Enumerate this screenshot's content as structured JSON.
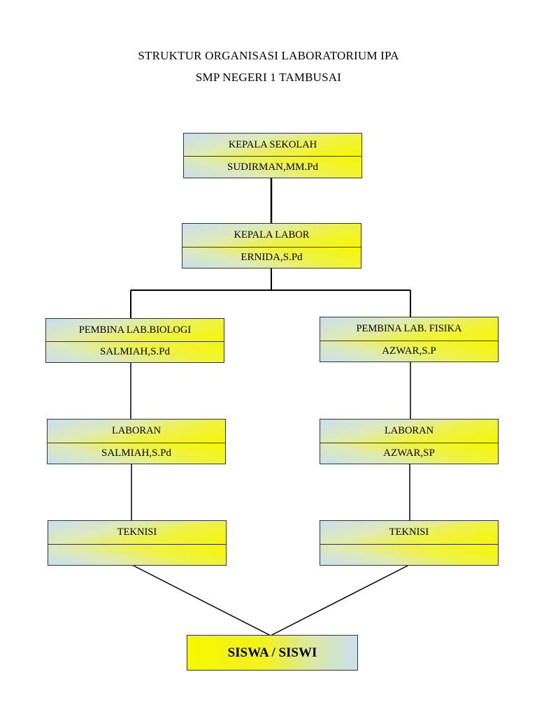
{
  "title": {
    "line1": "STRUKTUR ORGANISASI LABORATORIUM IPA",
    "line2": "SMP NEGERI 1 TAMBUSAI"
  },
  "nodes": {
    "kepala_sekolah": {
      "role": "KEPALA SEKOLAH",
      "name": "SUDIRMAN,MM.Pd"
    },
    "kepala_labor": {
      "role": "KEPALA LABOR",
      "name": "ERNIDA,S.Pd"
    },
    "pembina_biologi": {
      "role": "PEMBINA LAB.BIOLOGI",
      "name": "SALMIAH,S.Pd"
    },
    "pembina_fisika": {
      "role": "PEMBINA LAB. FISIKA",
      "name": "AZWAR,S.P"
    },
    "laboran_biologi": {
      "role": "LABORAN",
      "name": "SALMIAH,S.Pd"
    },
    "laboran_fisika": {
      "role": "LABORAN",
      "name": "AZWAR,SP"
    },
    "teknisi_biologi": {
      "role": "TEKNISI",
      "name": ""
    },
    "teknisi_fisika": {
      "role": "TEKNISI",
      "name": ""
    },
    "siswa": {
      "role": "SISWA / SISWI"
    }
  },
  "colors": {
    "box_yellow": "#f7f700",
    "box_blue": "#c9dff0",
    "line": "#000000"
  }
}
